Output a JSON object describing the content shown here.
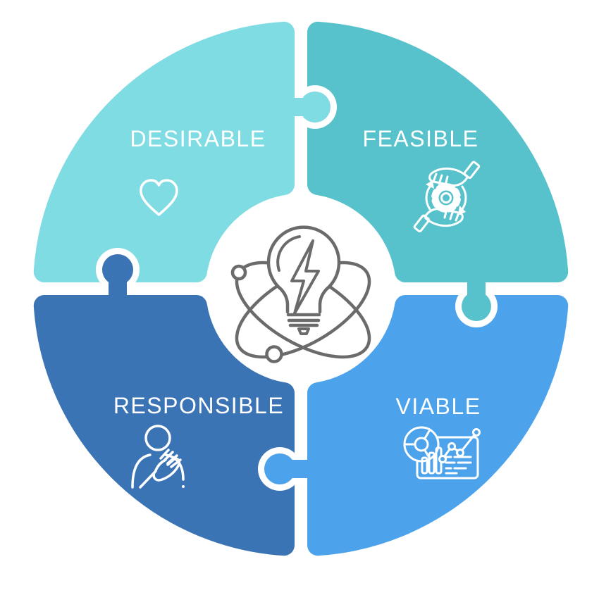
{
  "diagram": {
    "background": "#FFFFFF",
    "gap_color": "#FFFFFF",
    "text_color": "#FFFFFF",
    "icon_stroke": "#FFFFFF",
    "center_icon_color": "#6B6B6B",
    "center": {
      "icon": "idea-lightbulb-atom-icon"
    },
    "pieces": [
      {
        "id": "desirable",
        "label": "DESIRABLE",
        "color": "#80DCE3",
        "icon": "heart-icon",
        "position": "top-left"
      },
      {
        "id": "feasible",
        "label": "FEASIBLE",
        "color": "#57C2CB",
        "icon": "hands-gear-process-icon",
        "position": "top-right"
      },
      {
        "id": "responsible",
        "label": "RESPONSIBLE",
        "color": "#3B74B4",
        "icon": "person-hand-on-chest-icon",
        "position": "bottom-left"
      },
      {
        "id": "viable",
        "label": "VIABLE",
        "color": "#4DA3EB",
        "icon": "dashboard-charts-icon",
        "position": "bottom-right"
      }
    ]
  }
}
